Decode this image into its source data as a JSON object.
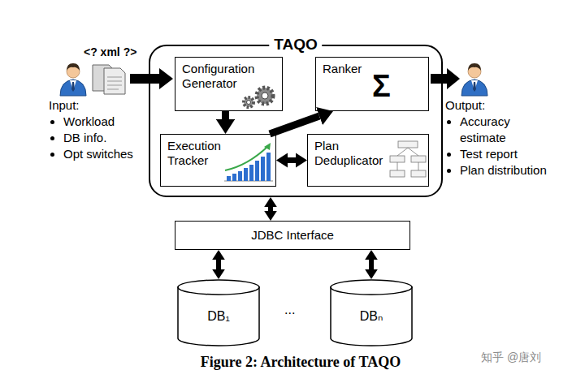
{
  "diagram": {
    "caption": "Figure 2: Architecture of TAQO",
    "nodes": [
      {
        "text": [
          "TAQO"
        ]
      },
      {
        "text": [
          "Configuration Generator"
        ],
        "in": 0
      },
      {
        "text": [
          "Ranker"
        ],
        "in": 0
      },
      {
        "text": [
          "Execution Tracker"
        ],
        "in": 0
      },
      {
        "text": [
          "Plan Deduplicator"
        ],
        "in": 0
      },
      {
        "text": [
          "JDBC Interface"
        ]
      },
      {
        "text": [
          "DB₁"
        ]
      },
      {
        "text": [
          "DBₙ"
        ]
      }
    ],
    "edges": [
      {
        "from": 1,
        "to": 3,
        "arrow": "to"
      },
      {
        "from": 3,
        "to": 2,
        "arrow": "to"
      },
      {
        "from": 3,
        "to": 4,
        "arrow": "both"
      },
      {
        "from": 0,
        "to": 5,
        "arrow": "both"
      },
      {
        "from": 5,
        "to": 6,
        "arrow": "both"
      },
      {
        "from": 5,
        "to": 7,
        "arrow": "both"
      }
    ],
    "labels": [
      "<? xml ?>",
      "Input:",
      "Workload",
      "DB info.",
      "Opt switches",
      "Output:",
      "Accuracy estimate",
      "Test report",
      "Plan distribution",
      "Σ",
      "...",
      "知乎 @唐刘"
    ]
  }
}
